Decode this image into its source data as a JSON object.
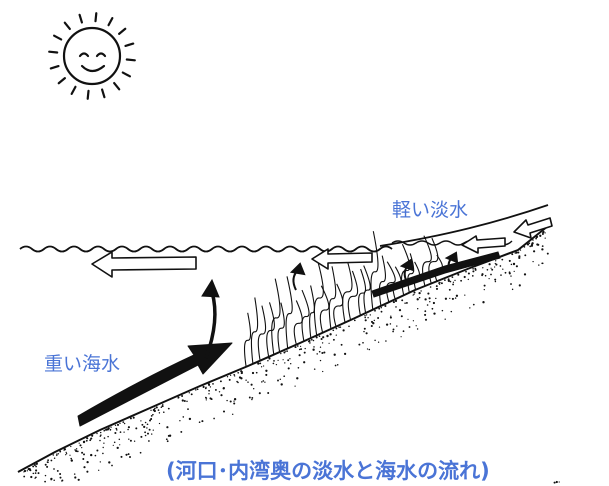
{
  "labels": {
    "light_freshwater": "軽い淡水",
    "heavy_seawater": "重い海水",
    "caption": "(河口･内湾奥の淡水と海水の流れ)"
  },
  "colors": {
    "label_blue": "#4a74d6",
    "ink": "#111111",
    "background": "#ffffff"
  },
  "icons": [
    "sun-icon"
  ]
}
